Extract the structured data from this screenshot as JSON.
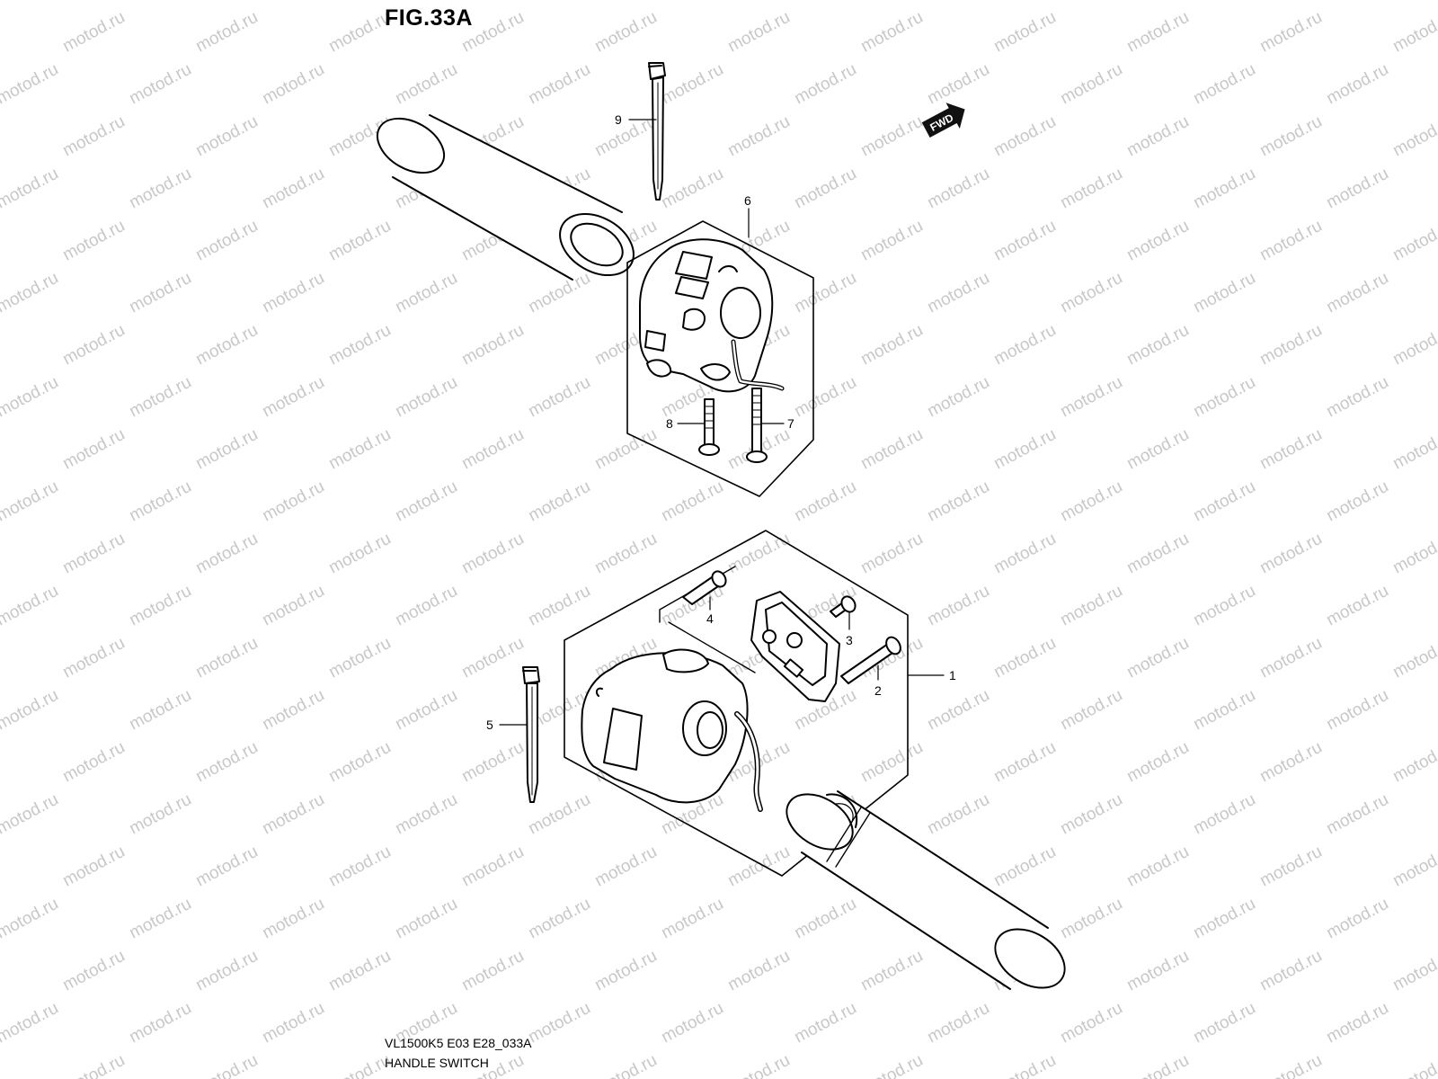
{
  "figure": {
    "title": "FIG.33A",
    "model_code": "VL1500K5 E03 E28_033A",
    "part_name": "HANDLE SWITCH"
  },
  "watermark": {
    "text": "motod.ru",
    "color": "#c8c8c8"
  },
  "direction_badge": {
    "text": "FWD",
    "icon": "forward-arrow-icon"
  },
  "callouts": [
    {
      "number": "1"
    },
    {
      "number": "2"
    },
    {
      "number": "3"
    },
    {
      "number": "4"
    },
    {
      "number": "5"
    },
    {
      "number": "6"
    },
    {
      "number": "7"
    },
    {
      "number": "8"
    },
    {
      "number": "9"
    }
  ]
}
